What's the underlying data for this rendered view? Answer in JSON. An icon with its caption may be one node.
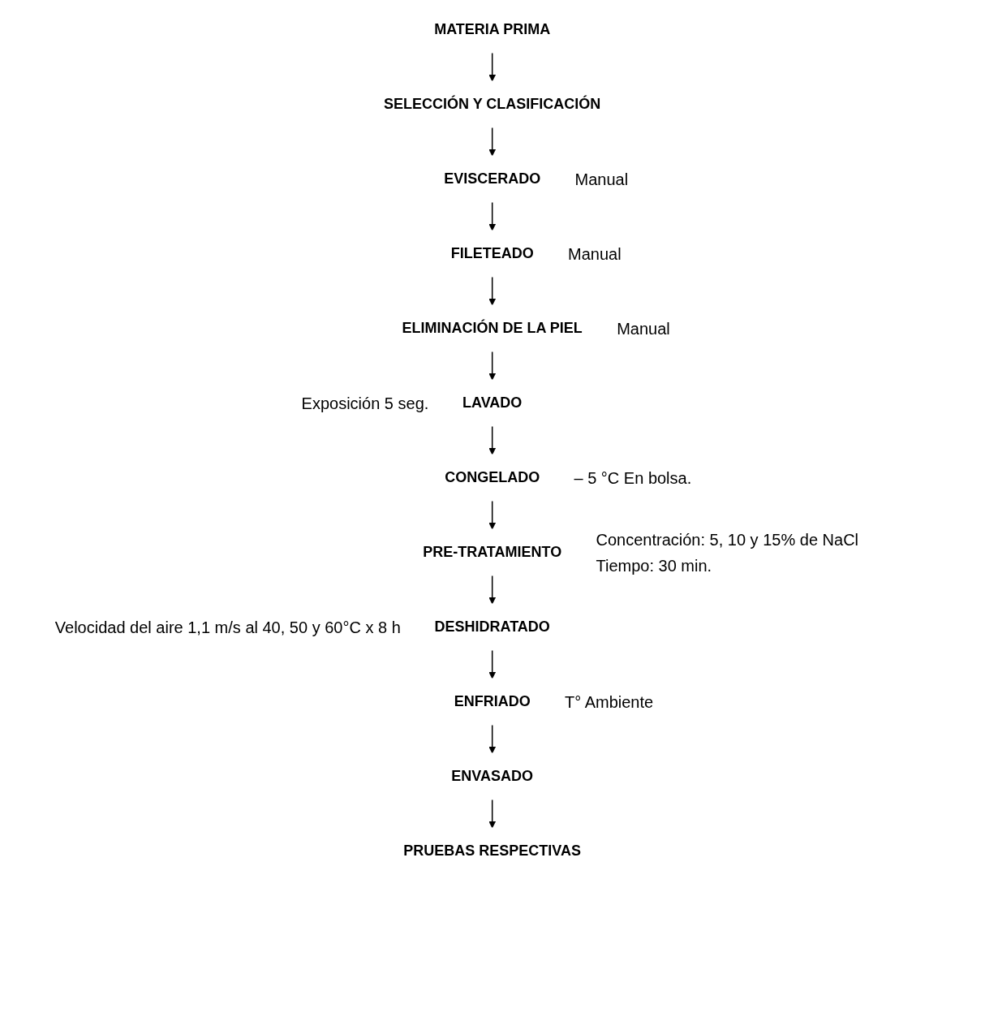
{
  "diagram": {
    "nodes": [
      {
        "text": [
          "MATERIA PRIMA"
        ]
      },
      {
        "text": [
          "SELECCIÓN Y CLASIFICACIÓN"
        ]
      },
      {
        "text": [
          "EVISCERADO"
        ],
        "beside": [
          "Manual"
        ]
      },
      {
        "text": [
          "FILETEADO"
        ],
        "beside": [
          "Manual"
        ]
      },
      {
        "text": [
          "ELIMINACIÓN DE LA PIEL"
        ],
        "beside": [
          "Manual"
        ]
      },
      {
        "text": [
          "LAVADO"
        ],
        "beside": [
          "Exposición 5 seg."
        ]
      },
      {
        "text": [
          "CONGELADO"
        ],
        "beside": [
          "– 5 °C En bolsa."
        ]
      },
      {
        "text": [
          "PRE-TRATAMIENTO"
        ],
        "beside": [
          "Concentración: 5, 10 y 15% de NaCl",
          "Tiempo: 30 min."
        ]
      },
      {
        "text": [
          "DESHIDRATADO"
        ],
        "beside": [
          "Velocidad del aire 1,1 m/s al 40, 50 y 60°C x 8 h"
        ]
      },
      {
        "text": [
          "ENFRIADO"
        ],
        "beside": [
          "T° Ambiente"
        ]
      },
      {
        "text": [
          "ENVASADO"
        ]
      },
      {
        "text": [
          "PRUEBAS RESPECTIVAS"
        ]
      }
    ],
    "edges": [
      {
        "from": 0,
        "to": 1,
        "arrow": "to"
      },
      {
        "from": 1,
        "to": 2,
        "arrow": "to"
      },
      {
        "from": 2,
        "to": 3,
        "arrow": "to"
      },
      {
        "from": 3,
        "to": 4,
        "arrow": "to"
      },
      {
        "from": 4,
        "to": 5,
        "arrow": "to"
      },
      {
        "from": 5,
        "to": 6,
        "arrow": "to"
      },
      {
        "from": 6,
        "to": 7,
        "arrow": "to"
      },
      {
        "from": 7,
        "to": 8,
        "arrow": "to"
      },
      {
        "from": 8,
        "to": 9,
        "arrow": "to"
      },
      {
        "from": 9,
        "to": 10,
        "arrow": "to"
      },
      {
        "from": 10,
        "to": 11,
        "arrow": "to"
      }
    ]
  }
}
